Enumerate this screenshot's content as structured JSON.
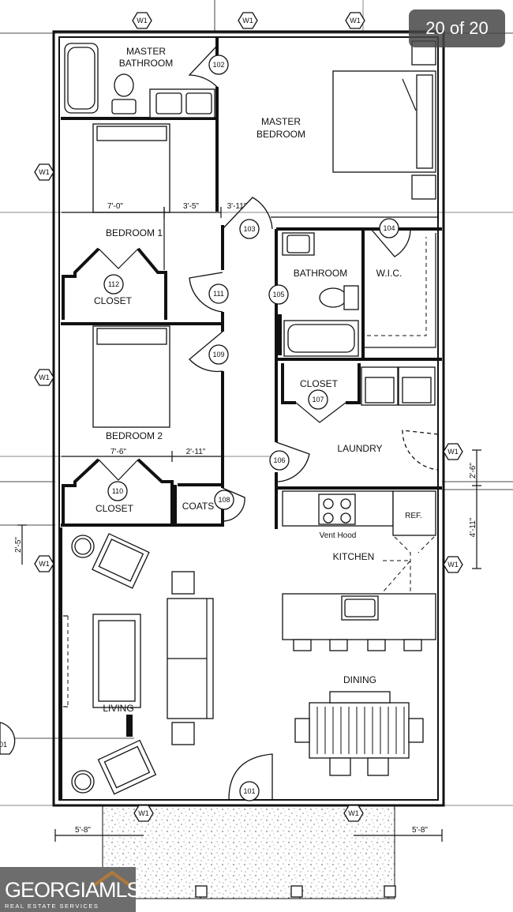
{
  "photo_counter": "20 of 20",
  "brand": {
    "name": "GEORGIAMLS",
    "tagline": "REAL ESTATE SERVICES"
  },
  "rooms": {
    "master_bathroom_1": "MASTER",
    "master_bathroom_2": "BATHROOM",
    "master_bedroom_1": "MASTER",
    "master_bedroom_2": "BEDROOM",
    "bedroom1": "BEDROOM 1",
    "closet1": "CLOSET",
    "bathroom": "BATHROOM",
    "wic": "W.I.C.",
    "bedroom2": "BEDROOM 2",
    "closet_laundry": "CLOSET",
    "laundry": "LAUNDRY",
    "closet2": "CLOSET",
    "coats": "COATS",
    "ref": "REF.",
    "vent_hood": "Vent Hood",
    "kitchen": "KITCHEN",
    "living": "LIVING",
    "dining": "DINING"
  },
  "doors": {
    "d101": "101",
    "d102": "102",
    "d103": "103",
    "d104": "104",
    "d105": "105",
    "d106": "106",
    "d107": "107",
    "d108": "108",
    "d109": "109",
    "d110": "110",
    "d111": "111",
    "d112": "112"
  },
  "window_tag": "W1",
  "cut_tag": "01",
  "dimensions": {
    "b1_left": "7'-0\"",
    "b1_right": "3'-5\"",
    "hall": "3'-11\"",
    "b2_left": "7'-6\"",
    "b2_right": "2'-11\"",
    "right_upper": "2'-6\"",
    "right_lower": "4'-11\"",
    "left_side": "2'-5\"",
    "porch_left": "5'-8\"",
    "porch_right": "5'-8\""
  }
}
